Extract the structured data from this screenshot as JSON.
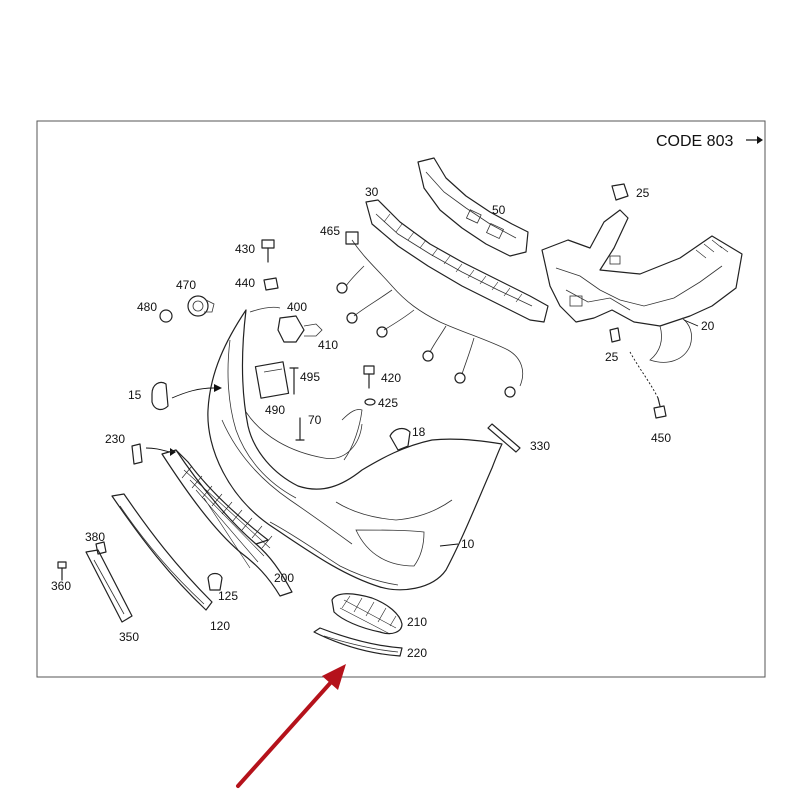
{
  "code_label": "CODE 803",
  "callouts": {
    "c10": "10",
    "c15": "15",
    "c18": "18",
    "c20": "20",
    "c25a": "25",
    "c25b": "25",
    "c30": "30",
    "c50": "50",
    "c70": "70",
    "c120": "120",
    "c125": "125",
    "c200": "200",
    "c210": "210",
    "c220": "220",
    "c230": "230",
    "c330": "330",
    "c350": "350",
    "c360": "360",
    "c380": "380",
    "c400": "400",
    "c410": "410",
    "c420": "420",
    "c425": "425",
    "c430": "430",
    "c440": "440",
    "c450": "450",
    "c465": "465",
    "c470": "470",
    "c480": "480",
    "c490": "490",
    "c495": "495"
  },
  "colors": {
    "frame": "#555555",
    "line": "#222222",
    "highlight_arrow": "#b5121b"
  }
}
